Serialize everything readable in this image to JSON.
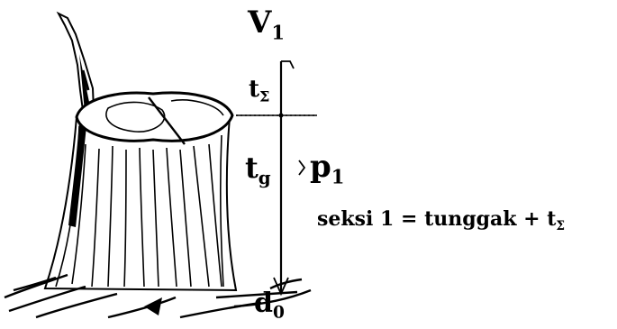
{
  "diagram": {
    "label_v": "V",
    "label_v_sub": "1",
    "label_tx": "t",
    "label_tx_sub": "Σ",
    "label_tg": "t",
    "label_tg_sub": "g",
    "label_p": "p",
    "label_p_sub": "1",
    "label_d": "d",
    "label_d_sub": "0",
    "equation_text": "seksi 1 = tunggak + t",
    "equation_sub": "Σ"
  }
}
